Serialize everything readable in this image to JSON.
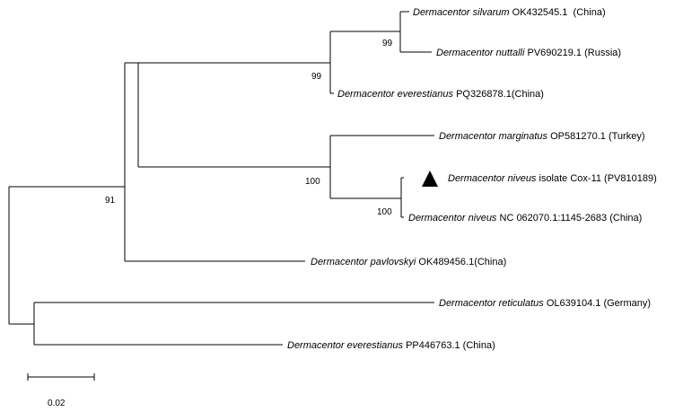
{
  "taxa": [
    {
      "id": "silvarum",
      "species": "Dermacentor silvarum",
      "accession": " OK432545.1  (China)"
    },
    {
      "id": "nuttalli",
      "species": "Dermacentor nuttalli",
      "accession": " PV690219.1 (Russia)"
    },
    {
      "id": "everestianus1",
      "species": "Dermacentor everestianus",
      "accession": " PQ326878.1(China)"
    },
    {
      "id": "marginatus",
      "species": "Dermacentor marginatus",
      "accession": " OP581270.1 (Turkey)"
    },
    {
      "id": "niveus-cox11",
      "species": "Dermacentor niveus",
      "accession": " isolate Cox-11 (PV810189)"
    },
    {
      "id": "niveus-nc",
      "species": "Dermacentor niveus",
      "accession": " NC 062070.1:1145-2683 (China)"
    },
    {
      "id": "pavlovskyi",
      "species": "Dermacentor pavlovskyi",
      "accession": " OK489456.1(China)"
    },
    {
      "id": "reticulatus",
      "species": "Dermacentor reticulatus",
      "accession": " OL639104.1 (Germany)"
    },
    {
      "id": "everestianus2",
      "species": "Dermacentor everestianus",
      "accession": " PP446763.1 (China)"
    }
  ],
  "support_values": {
    "silvarum_nuttalli": "99",
    "silvarum_group": "99",
    "niveus_pair": "100",
    "marginatus_niveus": "100",
    "ingroup": "91"
  },
  "scale_bar": {
    "label": "0.02",
    "value": 0.02
  },
  "marker": {
    "shape": "filled-triangle",
    "target_taxon": "niveus-cox11",
    "color": "#000000"
  }
}
